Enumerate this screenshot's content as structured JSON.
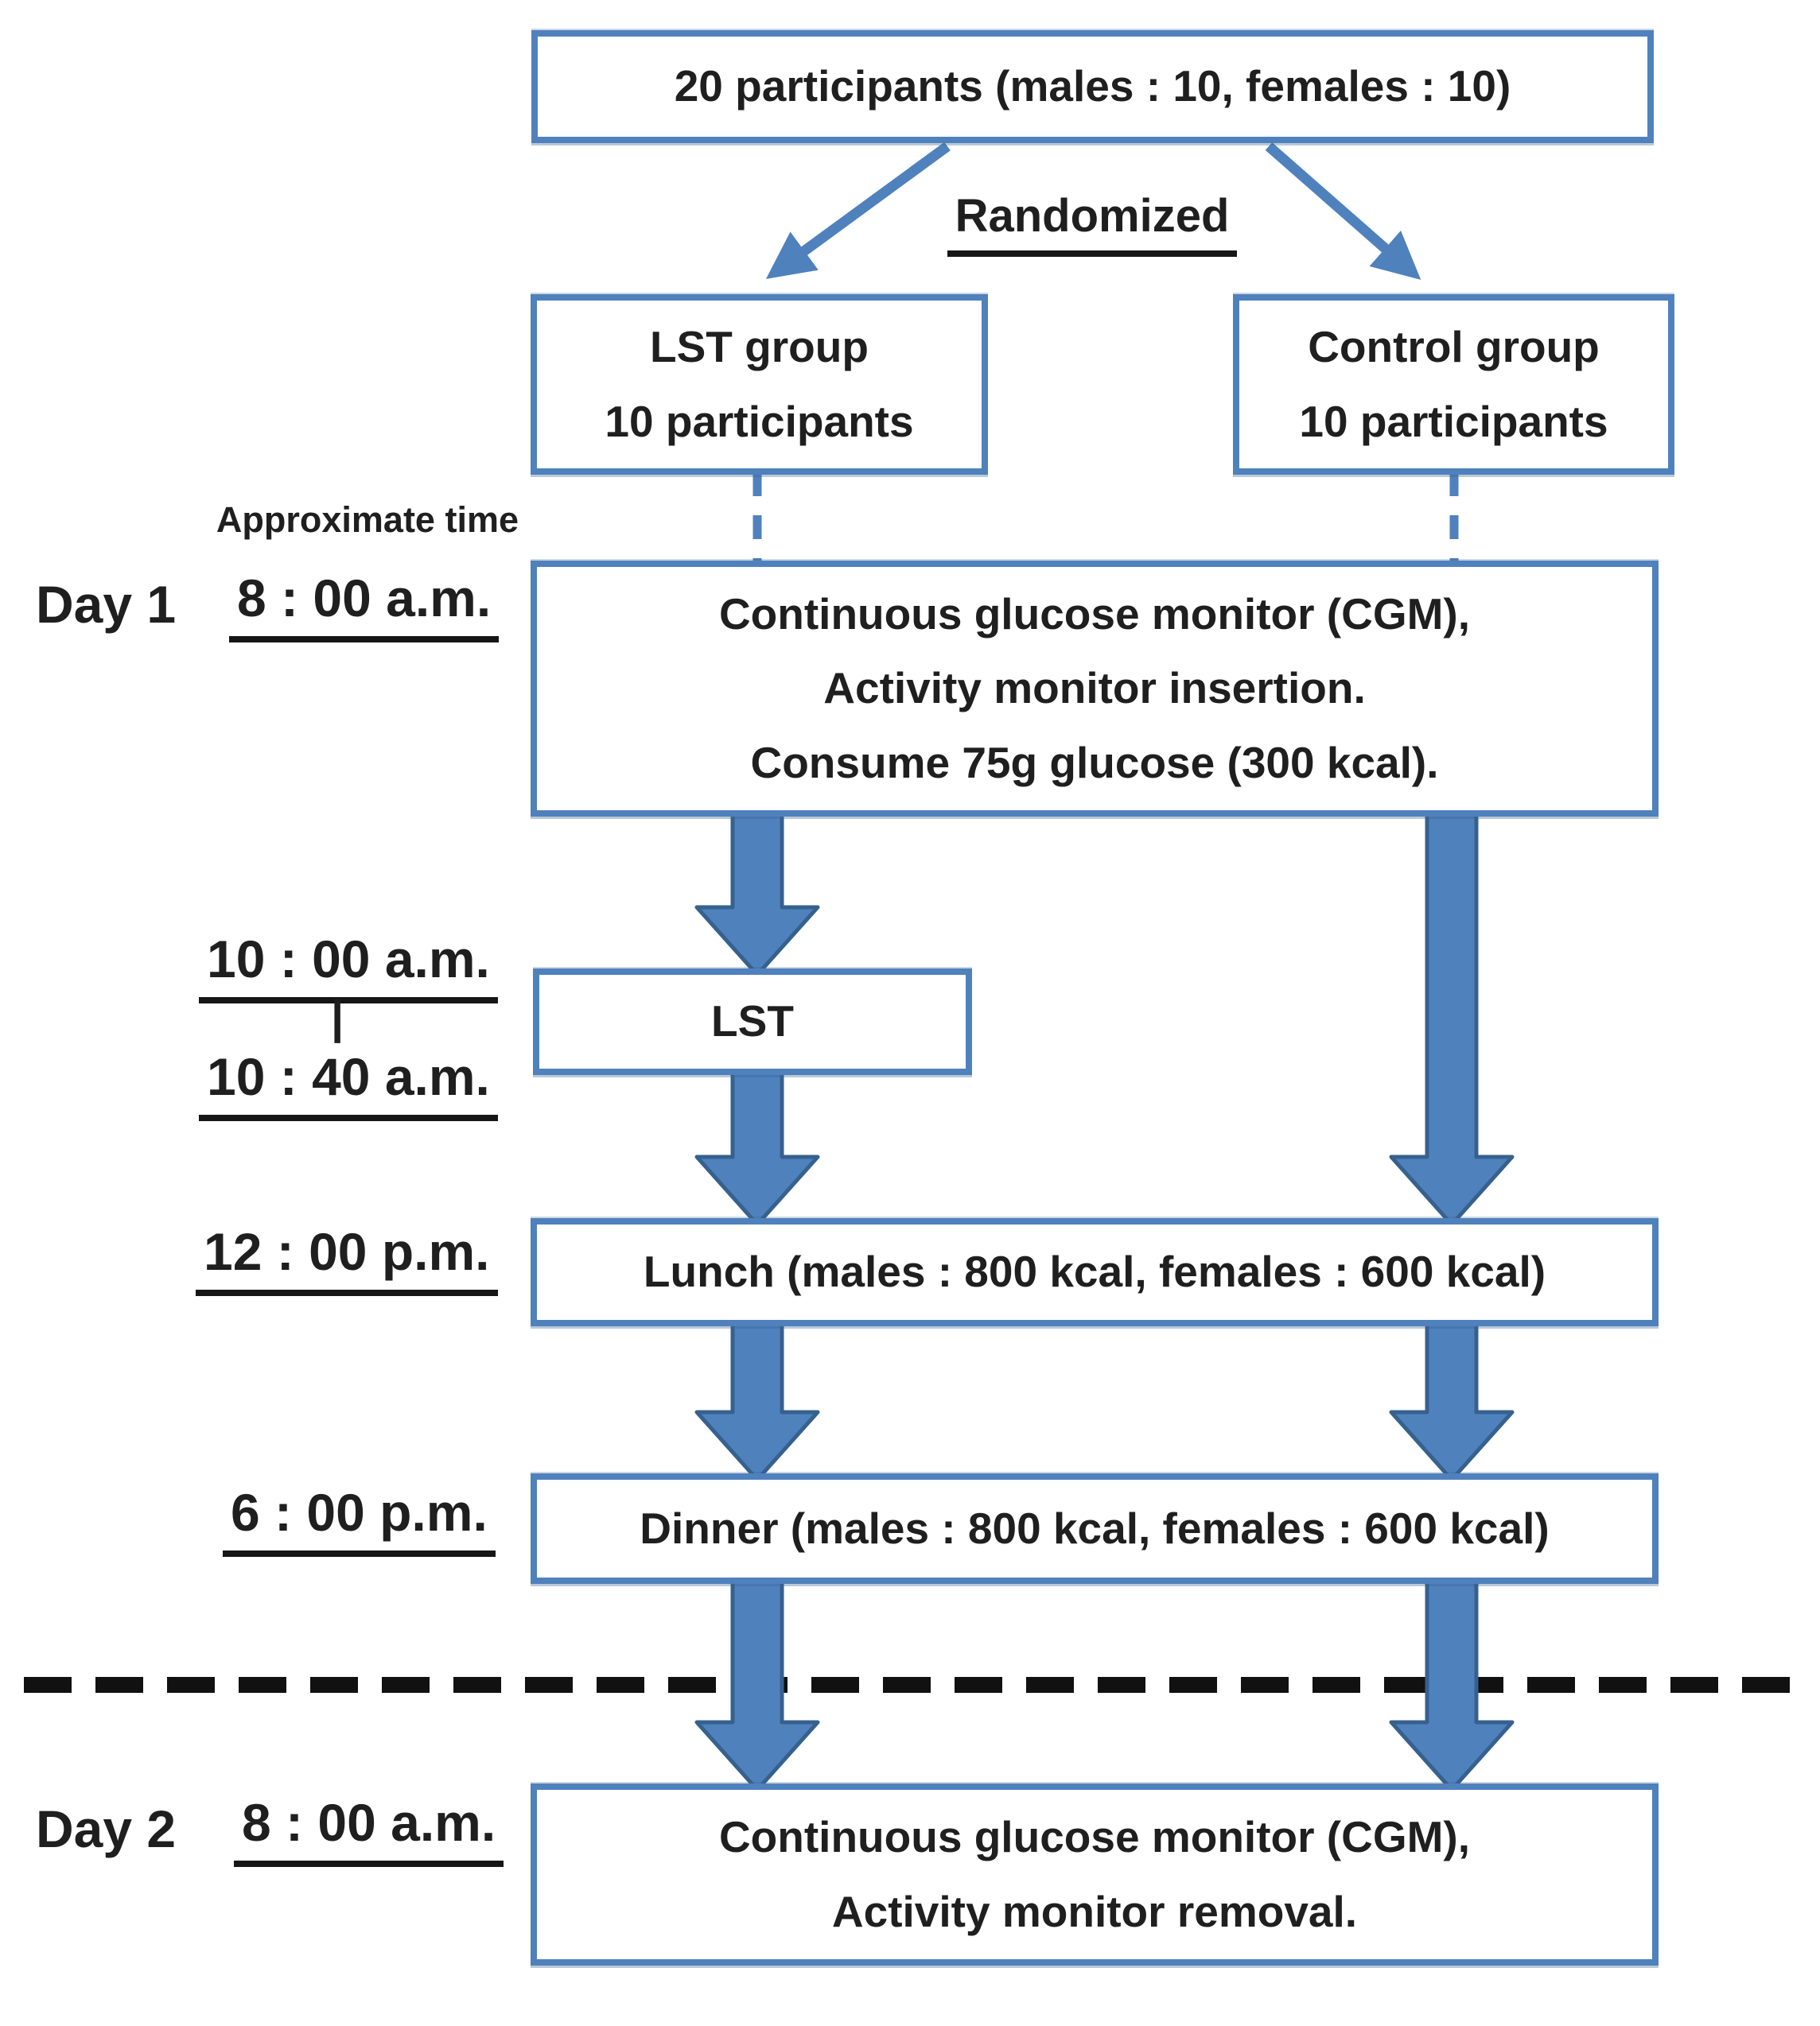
{
  "colors": {
    "accent": "#4f81bd",
    "arrow_stroke": "#36618e",
    "text": "#1f1f1f",
    "dash_line": "#111111"
  },
  "nodes": {
    "participants": "20 participants (males : 10, females : 10)",
    "randomized": "Randomized",
    "lst_group": [
      "LST group",
      "10 participants"
    ],
    "control_group": [
      "Control group",
      "10 participants"
    ],
    "day1_morning": [
      "Continuous glucose monitor (CGM),",
      "Activity monitor insertion.",
      "Consume 75g glucose (300 kcal)."
    ],
    "lst": "LST",
    "lunch": "Lunch (males : 800 kcal, females : 600 kcal)",
    "dinner": "Dinner (males : 800 kcal, females : 600 kcal)",
    "day2_morning": [
      "Continuous glucose monitor (CGM),",
      "Activity monitor removal."
    ]
  },
  "timeline": {
    "header": "Approximate time",
    "day1_label": "Day 1",
    "day1_time": "8 : 00 a.m.",
    "lst_start": "10 : 00 a.m.",
    "range_separator": "|",
    "lst_end": "10 : 40 a.m.",
    "lunch_time": "12 : 00 p.m.",
    "dinner_time": "6 : 00 p.m.",
    "day2_label": "Day 2",
    "day2_time": "8 : 00 a.m."
  }
}
